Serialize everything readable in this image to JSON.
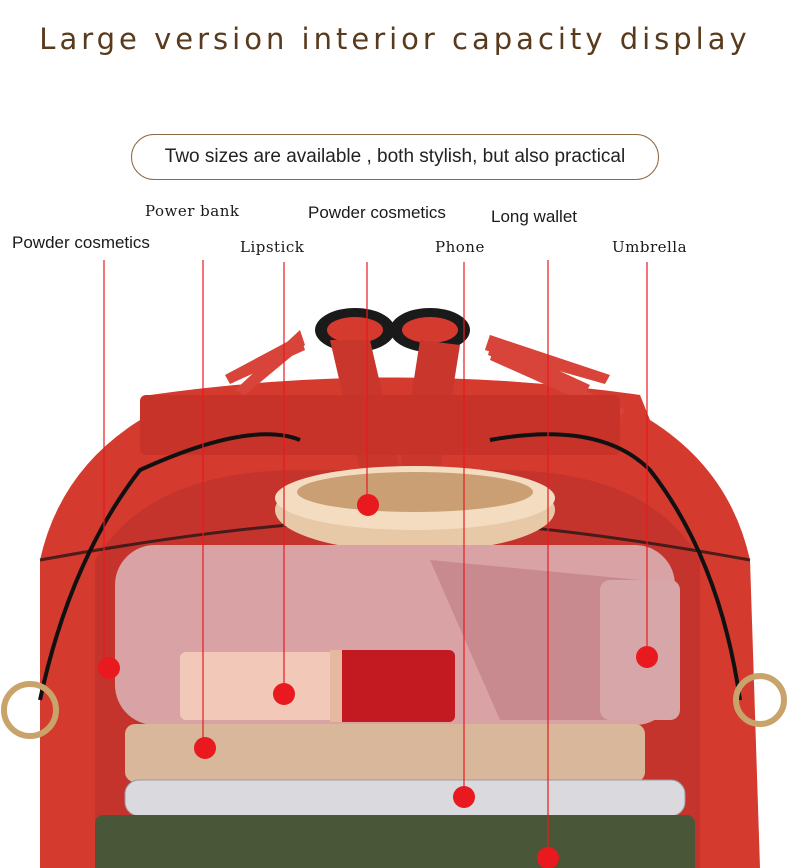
{
  "title": "Large version interior capacity display",
  "subtitle": "Two sizes are available , both stylish, but also practical",
  "labels": {
    "powder_cosmetics_left": "Powder cosmetics",
    "power_bank": "Power bank",
    "powder_cosmetics_top": "Powder cosmetics",
    "lipstick": "Lipstick",
    "long_wallet": "Long wallet",
    "phone": "Phone",
    "umbrella": "Umbrella"
  },
  "colors": {
    "bag": "#d8392e",
    "marker": "#e8191f",
    "title_text": "#5a3a1c",
    "pill_border": "#8b6a45"
  }
}
